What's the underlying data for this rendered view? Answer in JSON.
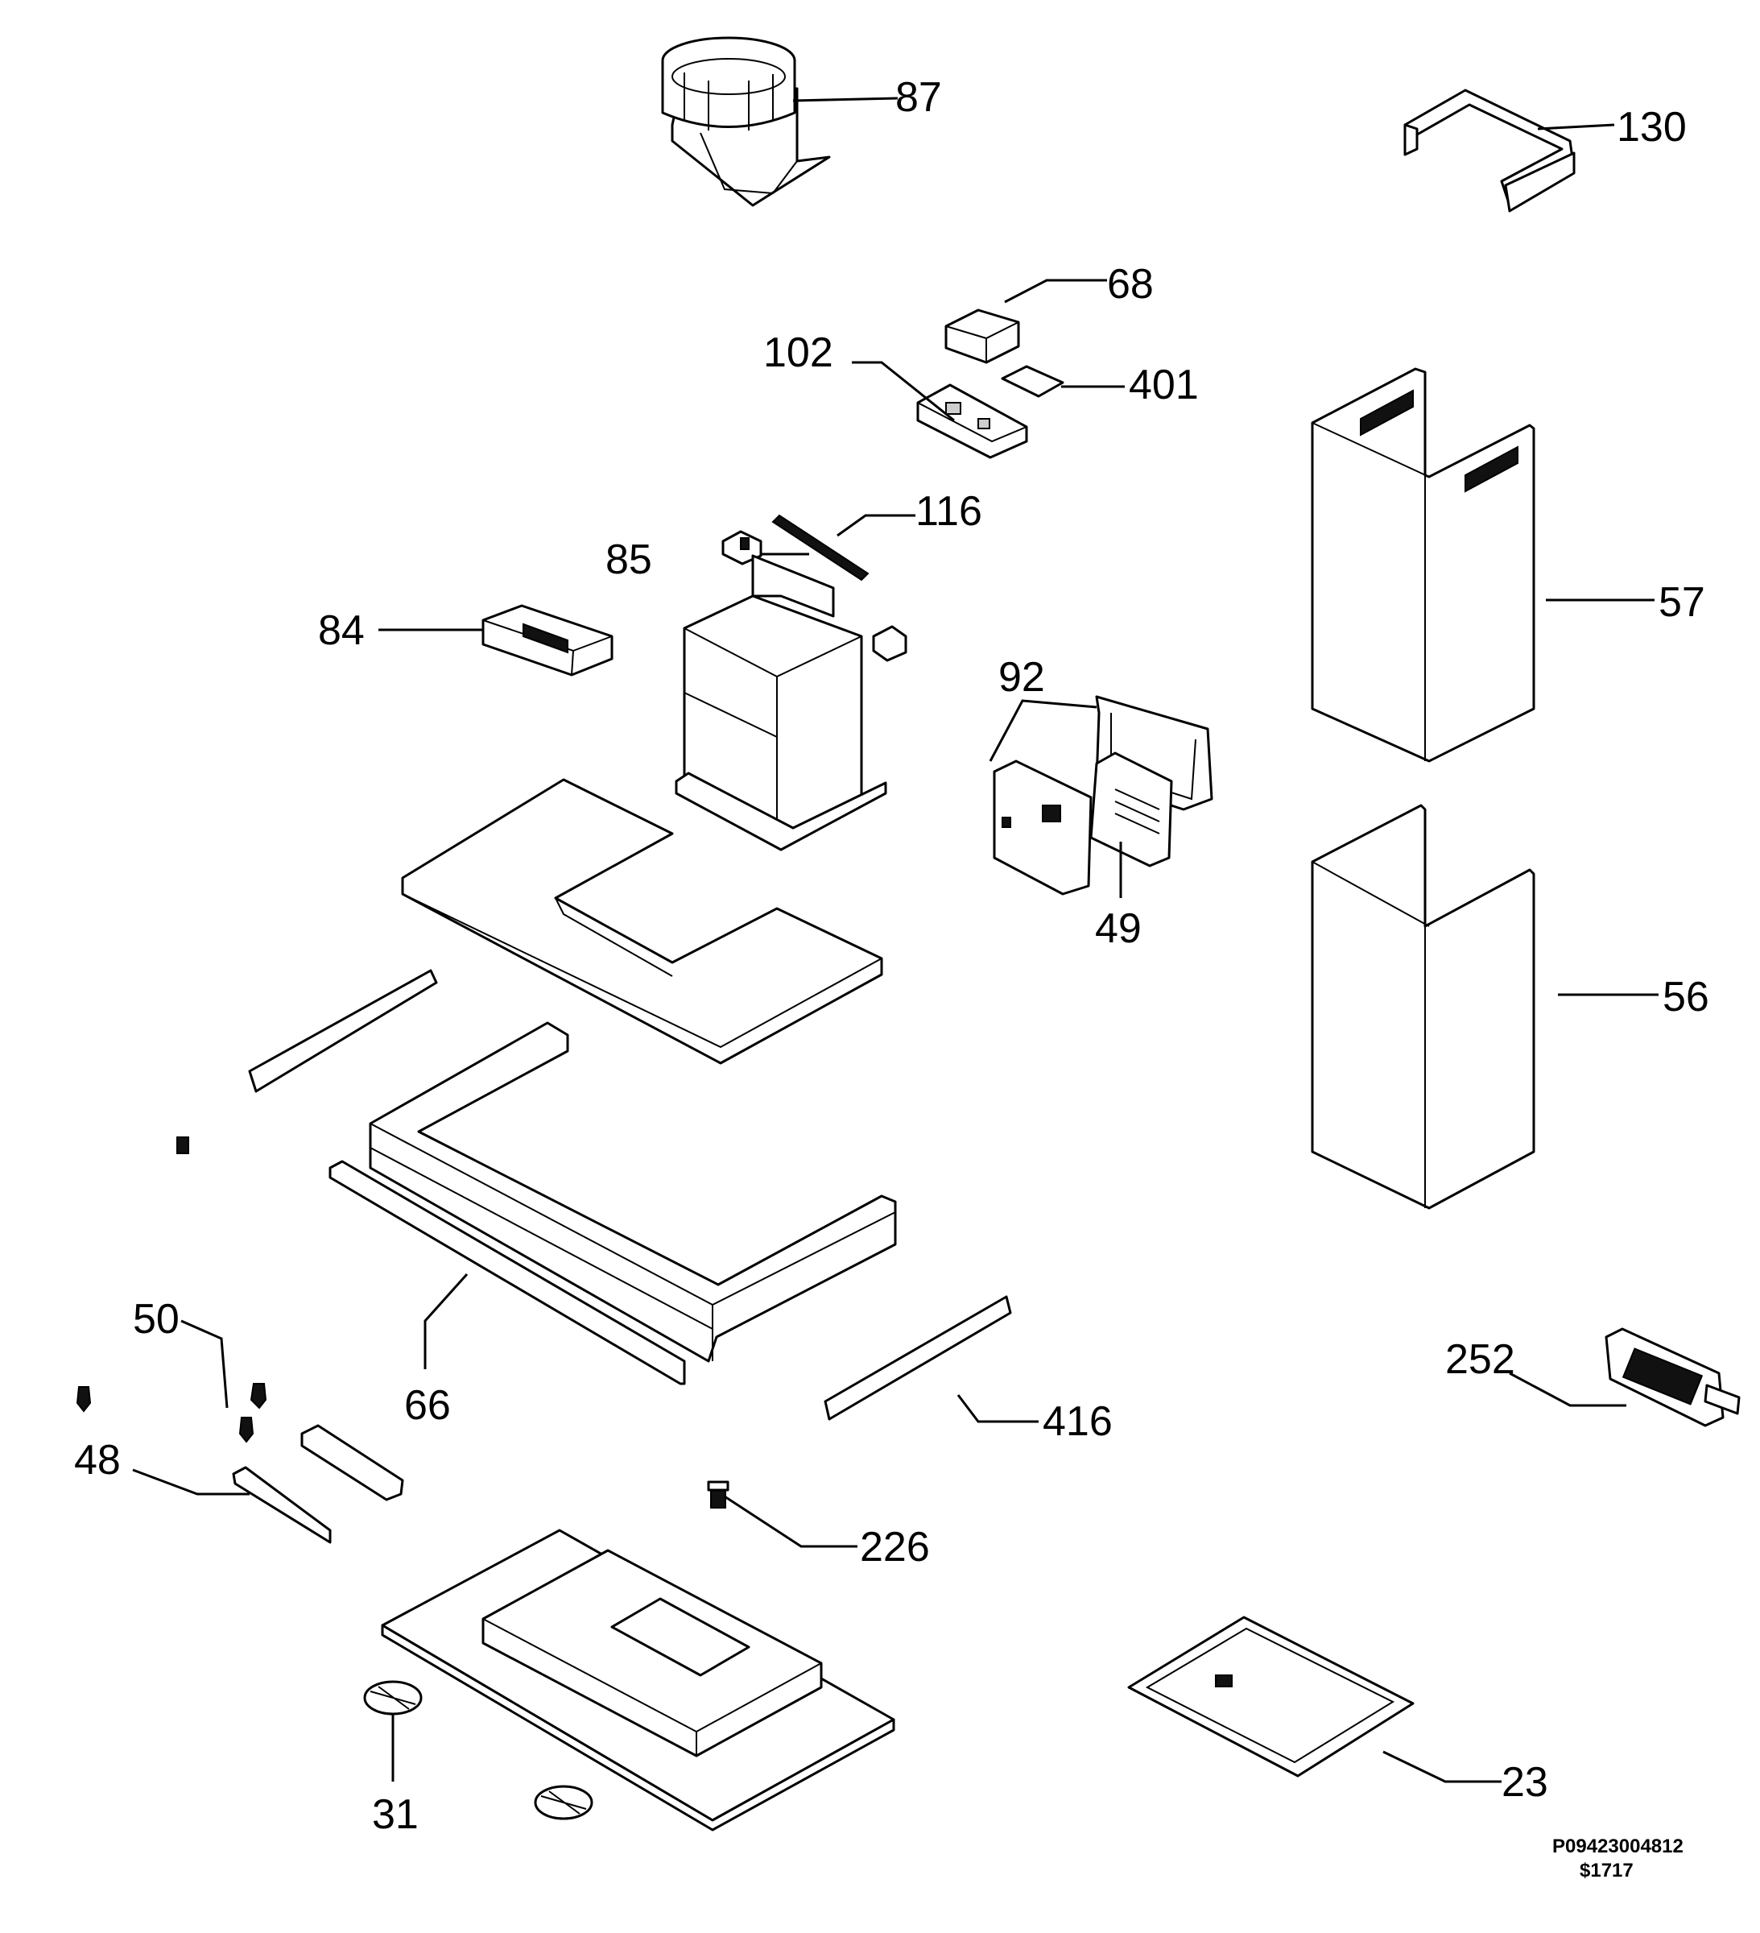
{
  "parts": [
    {
      "id": "p87",
      "label": "87"
    },
    {
      "id": "p130",
      "label": "130"
    },
    {
      "id": "p68",
      "label": "68"
    },
    {
      "id": "p102",
      "label": "102"
    },
    {
      "id": "p401",
      "label": "401"
    },
    {
      "id": "p116",
      "label": "116"
    },
    {
      "id": "p85",
      "label": "85"
    },
    {
      "id": "p84",
      "label": "84"
    },
    {
      "id": "p92",
      "label": "92"
    },
    {
      "id": "p57",
      "label": "57"
    },
    {
      "id": "p49",
      "label": "49"
    },
    {
      "id": "p56",
      "label": "56"
    },
    {
      "id": "p50",
      "label": "50"
    },
    {
      "id": "p66",
      "label": "66"
    },
    {
      "id": "p416",
      "label": "416"
    },
    {
      "id": "p252",
      "label": "252"
    },
    {
      "id": "p48",
      "label": "48"
    },
    {
      "id": "p226",
      "label": "226"
    },
    {
      "id": "p31",
      "label": "31"
    },
    {
      "id": "p23",
      "label": "23"
    }
  ],
  "footer": {
    "drawing_code": "P09423004812",
    "sheet_code": "$1717"
  }
}
